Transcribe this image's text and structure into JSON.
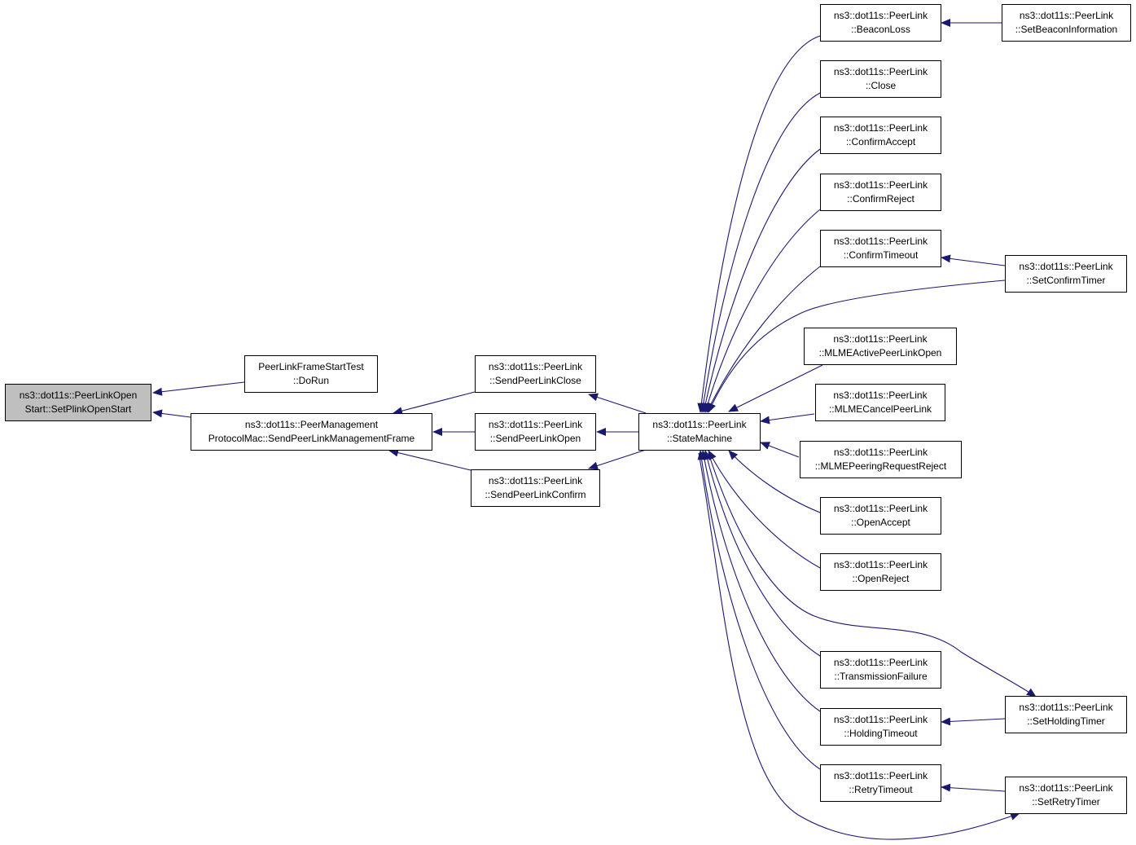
{
  "colors": {
    "edge": "#191970",
    "node_border": "#000000",
    "root_fill": "#bfbfbf",
    "node_fill": "#ffffff"
  },
  "nodes": {
    "root": {
      "line1": "ns3::dot11s::PeerLinkOpen",
      "line2": "Start::SetPlinkOpenStart"
    },
    "dorun": {
      "line1": "PeerLinkFrameStartTest",
      "line2": "::DoRun"
    },
    "sendmgmt": {
      "line1": "ns3::dot11s::PeerManagement",
      "line2": "ProtocolMac::SendPeerLinkManagementFrame"
    },
    "sendclose": {
      "line1": "ns3::dot11s::PeerLink",
      "line2": "::SendPeerLinkClose"
    },
    "sendopen": {
      "line1": "ns3::dot11s::PeerLink",
      "line2": "::SendPeerLinkOpen"
    },
    "sendconfirm": {
      "line1": "ns3::dot11s::PeerLink",
      "line2": "::SendPeerLinkConfirm"
    },
    "statemachine": {
      "line1": "ns3::dot11s::PeerLink",
      "line2": "::StateMachine"
    },
    "beaconloss": {
      "line1": "ns3::dot11s::PeerLink",
      "line2": "::BeaconLoss"
    },
    "close": {
      "line1": "ns3::dot11s::PeerLink",
      "line2": "::Close"
    },
    "confirmaccept": {
      "line1": "ns3::dot11s::PeerLink",
      "line2": "::ConfirmAccept"
    },
    "confirmreject": {
      "line1": "ns3::dot11s::PeerLink",
      "line2": "::ConfirmReject"
    },
    "confirmtimeout": {
      "line1": "ns3::dot11s::PeerLink",
      "line2": "::ConfirmTimeout"
    },
    "mlmeactive": {
      "line1": "ns3::dot11s::PeerLink",
      "line2": "::MLMEActivePeerLinkOpen"
    },
    "mlmecancel": {
      "line1": "ns3::dot11s::PeerLink",
      "line2": "::MLMECancelPeerLink"
    },
    "mlmepeering": {
      "line1": "ns3::dot11s::PeerLink",
      "line2": "::MLMEPeeringRequestReject"
    },
    "openaccept": {
      "line1": "ns3::dot11s::PeerLink",
      "line2": "::OpenAccept"
    },
    "openreject": {
      "line1": "ns3::dot11s::PeerLink",
      "line2": "::OpenReject"
    },
    "txfailure": {
      "line1": "ns3::dot11s::PeerLink",
      "line2": "::TransmissionFailure"
    },
    "holdingtimeout": {
      "line1": "ns3::dot11s::PeerLink",
      "line2": "::HoldingTimeout"
    },
    "retrytimeout": {
      "line1": "ns3::dot11s::PeerLink",
      "line2": "::RetryTimeout"
    },
    "setbeacon": {
      "line1": "ns3::dot11s::PeerLink",
      "line2": "::SetBeaconInformation"
    },
    "setconfirm": {
      "line1": "ns3::dot11s::PeerLink",
      "line2": "::SetConfirmTimer"
    },
    "setholding": {
      "line1": "ns3::dot11s::PeerLink",
      "line2": "::SetHoldingTimer"
    },
    "setretry": {
      "line1": "ns3::dot11s::PeerLink",
      "line2": "::SetRetryTimer"
    }
  }
}
